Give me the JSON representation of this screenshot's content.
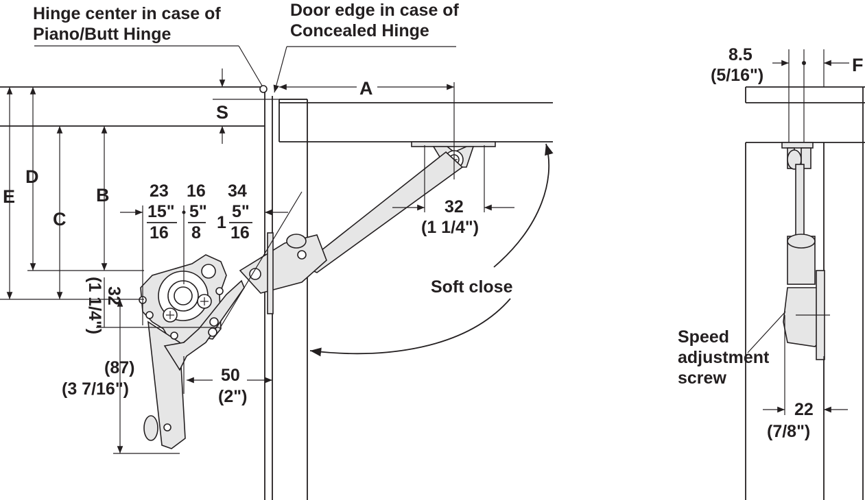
{
  "callouts": {
    "hinge_center_1": "Hinge center in case of",
    "hinge_center_2": "Piano/Butt Hinge",
    "door_edge_1": "Door edge in case of",
    "door_edge_2": "Concealed Hinge",
    "soft_close": "Soft close",
    "speed_1": "Speed",
    "speed_2": "adjustment",
    "speed_3": "screw"
  },
  "dims": {
    "A": "A",
    "S": "S",
    "D": "D",
    "E": "E",
    "C": "C",
    "B": "B",
    "F": "F",
    "d23": "23",
    "f15": "15\"",
    "f16a": "16",
    "d16": "16",
    "f5a": "5\"",
    "f8": "8",
    "d34": "34",
    "w1": "1",
    "f5b": "5\"",
    "f16b": "16",
    "d32": "32",
    "d32in": "(1 1/4\")",
    "d32v": "32",
    "d32vin": "(1 1/4\")",
    "d87": "(87)",
    "d87in": "(3 7/16\")",
    "d50": "50",
    "d50in": "(2\")",
    "d85": "8.5",
    "d85in": "(5/16\")",
    "d22": "22",
    "d22in": "(7/8\")"
  },
  "colors": {
    "line": "#231f20",
    "fill": "#e6e6e6",
    "background": "#ffffff"
  }
}
